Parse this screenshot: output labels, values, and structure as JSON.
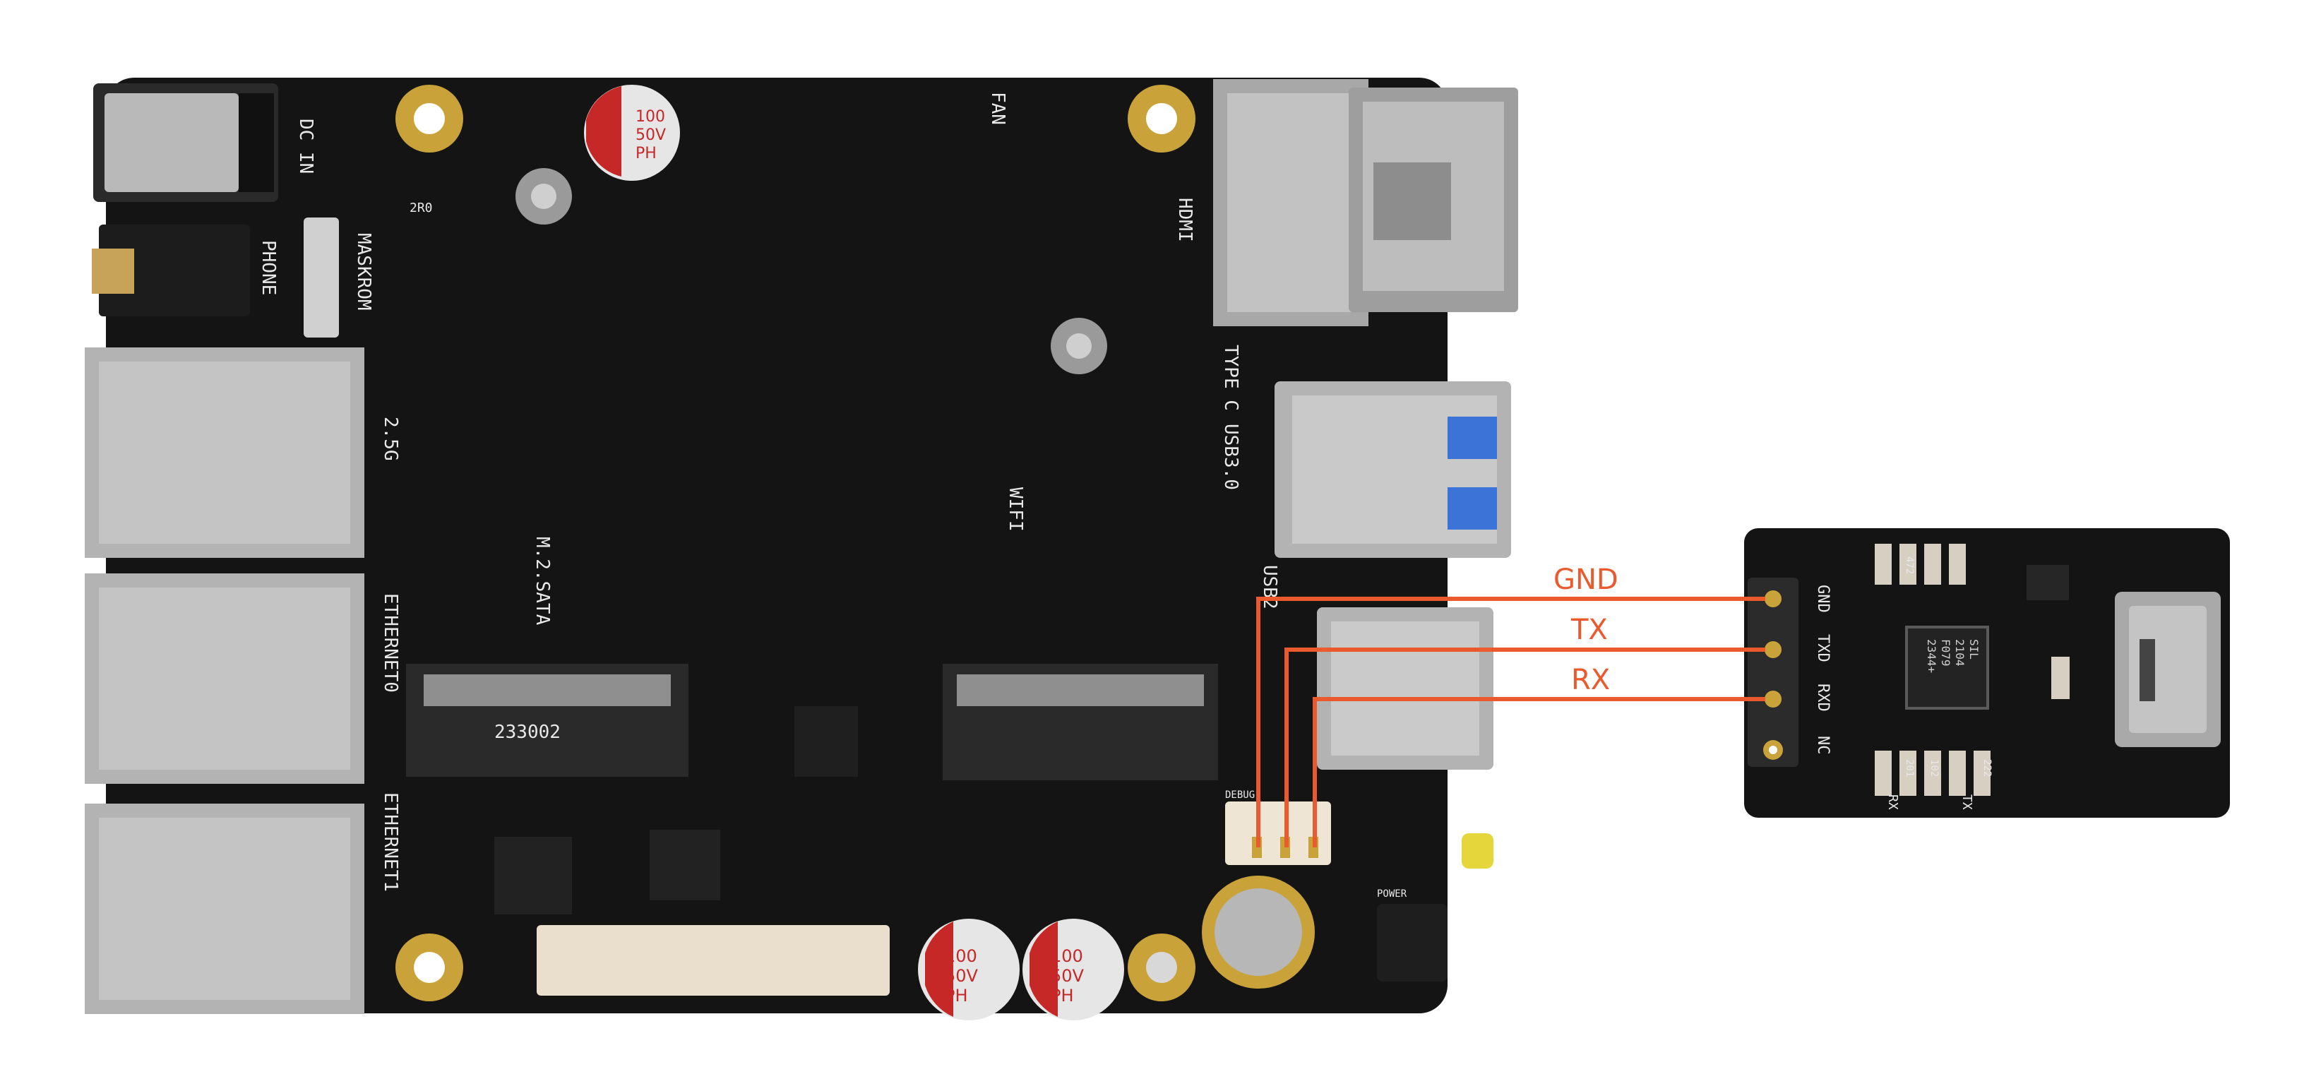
{
  "colors": {
    "pcb": "#141414",
    "wire": "#ea5a2c",
    "silkscreen": "#e8e8e8",
    "metal": "#b9b9b9",
    "usb_blue": "#3b74d6",
    "cap_red": "#c62828",
    "gold": "#c9a23a"
  },
  "board": {
    "silk": {
      "dc_in": "DC IN",
      "phone": "PHONE",
      "maskrom": "MASKROM",
      "fan": "FAN",
      "hdmi": "HDMI",
      "type_c": "TYPE C",
      "usb30": "USB3.0",
      "usb2": "USB2",
      "wifi": "WIFI",
      "m2_sata": "M.2.SATA",
      "eth_25g": "2.5G",
      "ethernet0": "ETHERNET0",
      "ethernet1": "ETHERNET1",
      "debug": "DEBUG",
      "power": "POWER",
      "ssd_code": "233002",
      "res_2r0": "2R0"
    },
    "capacitors": [
      {
        "line1": "100",
        "line2": "50V",
        "line3": "PH"
      },
      {
        "line1": "100",
        "line2": "50V",
        "line3": "PH"
      },
      {
        "line1": "100",
        "line2": "50V",
        "line3": "PH"
      }
    ]
  },
  "adapter": {
    "pins": [
      "GND",
      "TXD",
      "RXD",
      "NC"
    ],
    "chip": {
      "line1": "SIL",
      "line2": "2104",
      "line3": "F079",
      "line4": "2344+"
    },
    "silk": {
      "r1": "472",
      "r2": "201",
      "r3": "102",
      "r4": "222",
      "rx": "RX",
      "tx": "TX"
    }
  },
  "wires": [
    {
      "label": "GND"
    },
    {
      "label": "TX"
    },
    {
      "label": "RX"
    }
  ]
}
